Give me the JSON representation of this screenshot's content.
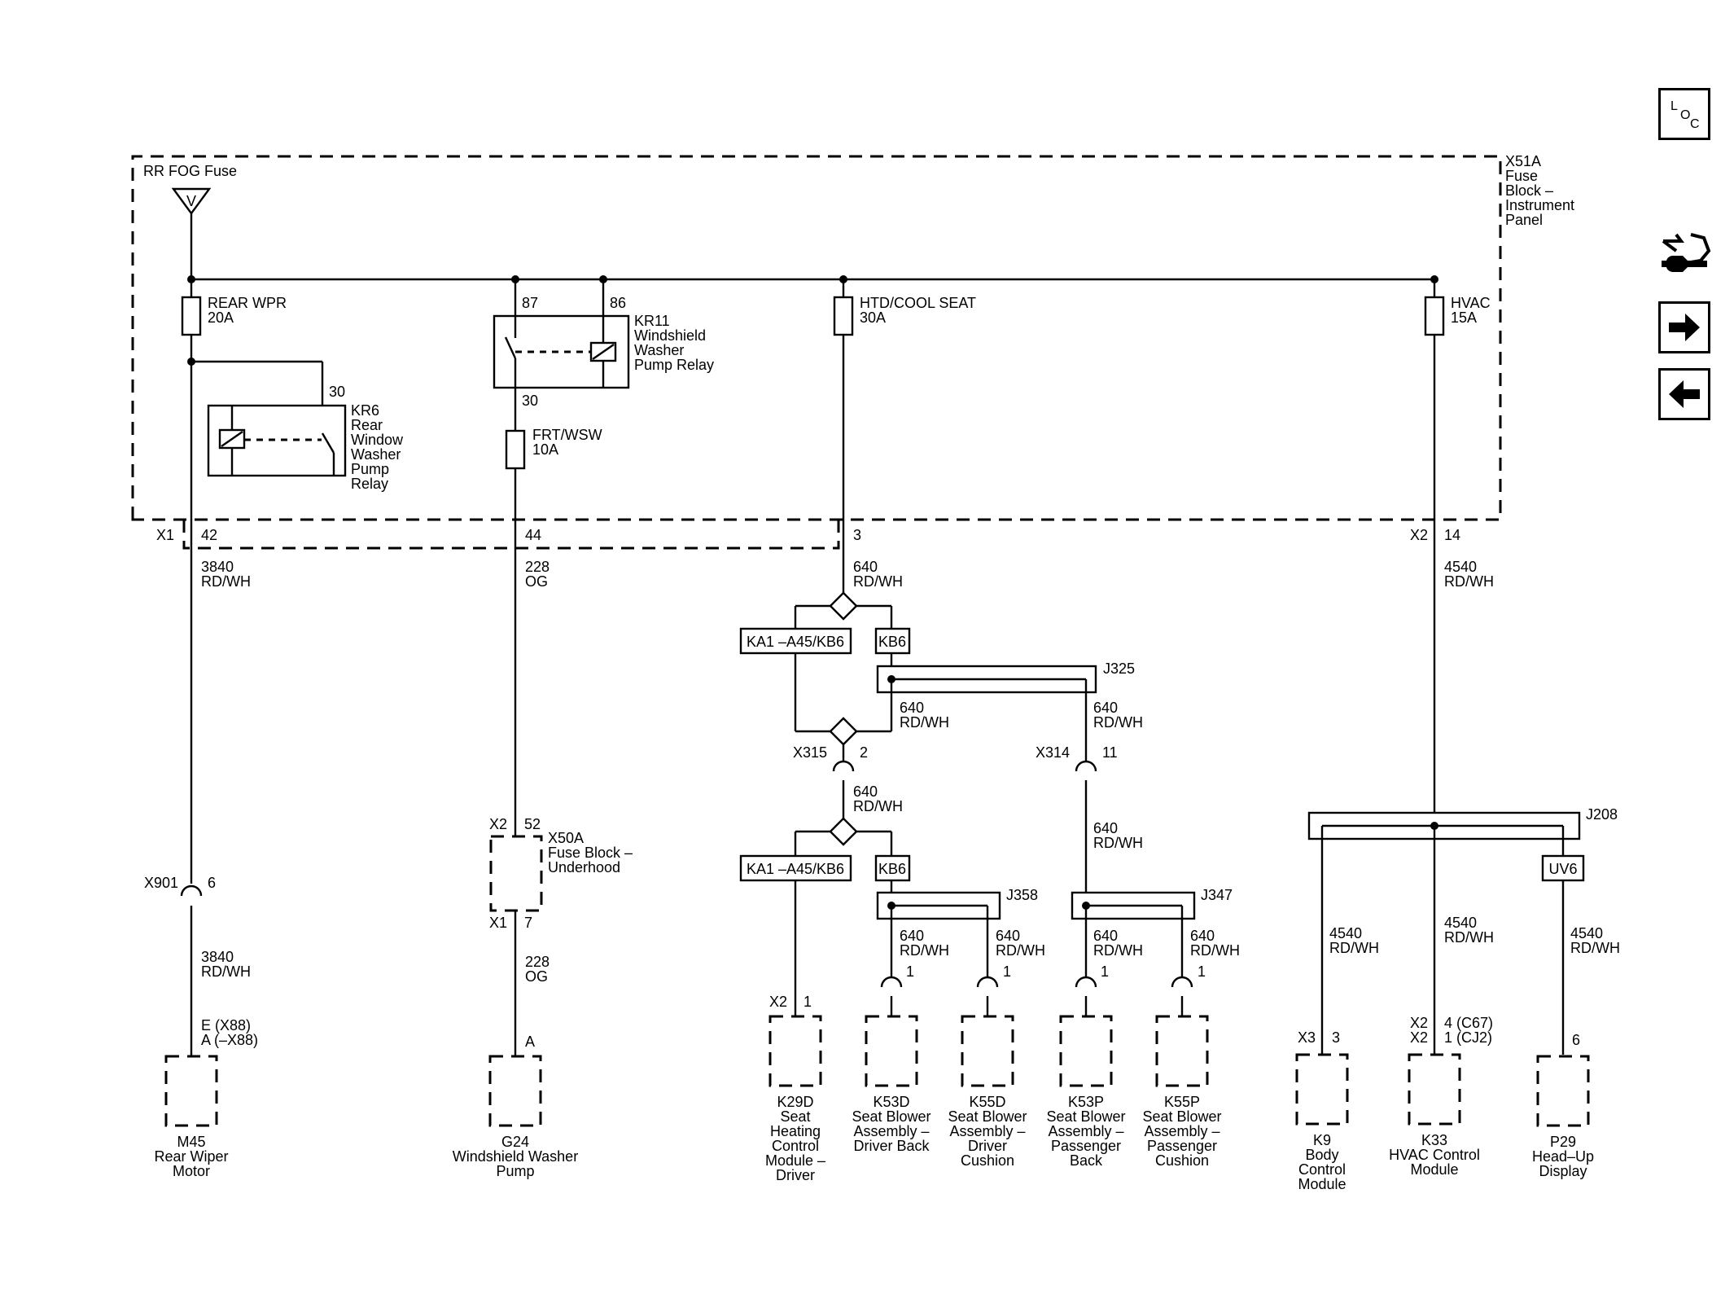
{
  "fuse_block": {
    "ref": "X51A",
    "name": [
      "Fuse",
      "Block –",
      "Instrument",
      "Panel"
    ],
    "source_label": "RR FOG Fuse",
    "source_symbol": "V",
    "fuses": {
      "rear_wpr": {
        "name": "REAR WPR",
        "rating": "20A"
      },
      "frt_wsw": {
        "name": "FRT/WSW",
        "rating": "10A"
      },
      "htd_cool_seat": {
        "name": "HTD/COOL SEAT",
        "rating": "30A"
      },
      "hvac": {
        "name": "HVAC",
        "rating": "15A"
      }
    },
    "relays": {
      "kr6": {
        "ref": "KR6",
        "name": [
          "Rear",
          "Window",
          "Washer",
          "Pump",
          "Relay"
        ],
        "pin": "30"
      },
      "kr11": {
        "ref": "KR11",
        "name": [
          "Windshield",
          "Washer",
          "Pump Relay"
        ],
        "pin_87": "87",
        "pin_86": "86",
        "pin_30": "30"
      }
    }
  },
  "connectors": {
    "x1": "X1",
    "x1_pin_42": "42",
    "x1_pin_44": "44",
    "x1_pin_3": "3",
    "x2": "X2",
    "x2_pin_14": "14",
    "x901": "X901",
    "x901_pin": "6",
    "x315": "X315",
    "x315_pin": "2",
    "x314": "X314",
    "x314_pin": "11",
    "x50a_x2": "X2",
    "x50a_pin_52": "52",
    "x50a_x1": "X1",
    "x50a_pin_7": "7",
    "x50a_name": [
      "X50A",
      "Fuse Block –",
      "Underhood"
    ]
  },
  "wires": {
    "w3840": [
      "3840",
      "RD/WH"
    ],
    "w228": [
      "228",
      "OG"
    ],
    "w640": [
      "640",
      "RD/WH"
    ],
    "w4540": [
      "4540",
      "RD/WH"
    ]
  },
  "options": {
    "ka1": "KA1 –A45/KB6",
    "kb6": "KB6",
    "uv6": "UV6"
  },
  "splices": {
    "j325": "J325",
    "j358": "J358",
    "j347": "J347",
    "j208": "J208"
  },
  "components": [
    {
      "pins": [
        "E (X88)",
        "A (–X88)"
      ],
      "lines": [
        "M45",
        "Rear Wiper",
        "Motor"
      ]
    },
    {
      "pins": [
        "A"
      ],
      "lines": [
        "G24",
        "Windshield Washer",
        "Pump"
      ]
    },
    {
      "conn": "X2",
      "pins": [
        "1"
      ],
      "lines": [
        "K29D",
        "Seat",
        "Heating",
        "Control",
        "Module –",
        "Driver"
      ]
    },
    {
      "pins": [
        "1"
      ],
      "lines": [
        "K53D",
        "Seat Blower",
        "Assembly –",
        "Driver Back"
      ]
    },
    {
      "pins": [
        "1"
      ],
      "lines": [
        "K55D",
        "Seat Blower",
        "Assembly –",
        "Driver",
        "Cushion"
      ]
    },
    {
      "pins": [
        "1"
      ],
      "lines": [
        "K53P",
        "Seat Blower",
        "Assembly –",
        "Passenger",
        "Back"
      ]
    },
    {
      "pins": [
        "1"
      ],
      "lines": [
        "K55P",
        "Seat Blower",
        "Assembly –",
        "Passenger",
        "Cushion"
      ]
    },
    {
      "conn": "X3",
      "pins": [
        "3"
      ],
      "lines": [
        "K9",
        "Body",
        "Control",
        "Module"
      ]
    },
    {
      "conns": [
        "X2",
        "X2"
      ],
      "pins": [
        "4 (C67)",
        "1 (CJ2)"
      ],
      "lines": [
        "K33",
        "HVAC Control",
        "Module"
      ]
    },
    {
      "pins": [
        "6"
      ],
      "lines": [
        "P29",
        "Head–Up",
        "Display"
      ]
    }
  ],
  "nav": {
    "loc_label": [
      "L",
      "O",
      "C"
    ],
    "loc_icon": "location-index-icon",
    "service_icon": "service-tool-icon",
    "next_icon": "arrow-right-icon",
    "prev_icon": "arrow-left-icon"
  }
}
